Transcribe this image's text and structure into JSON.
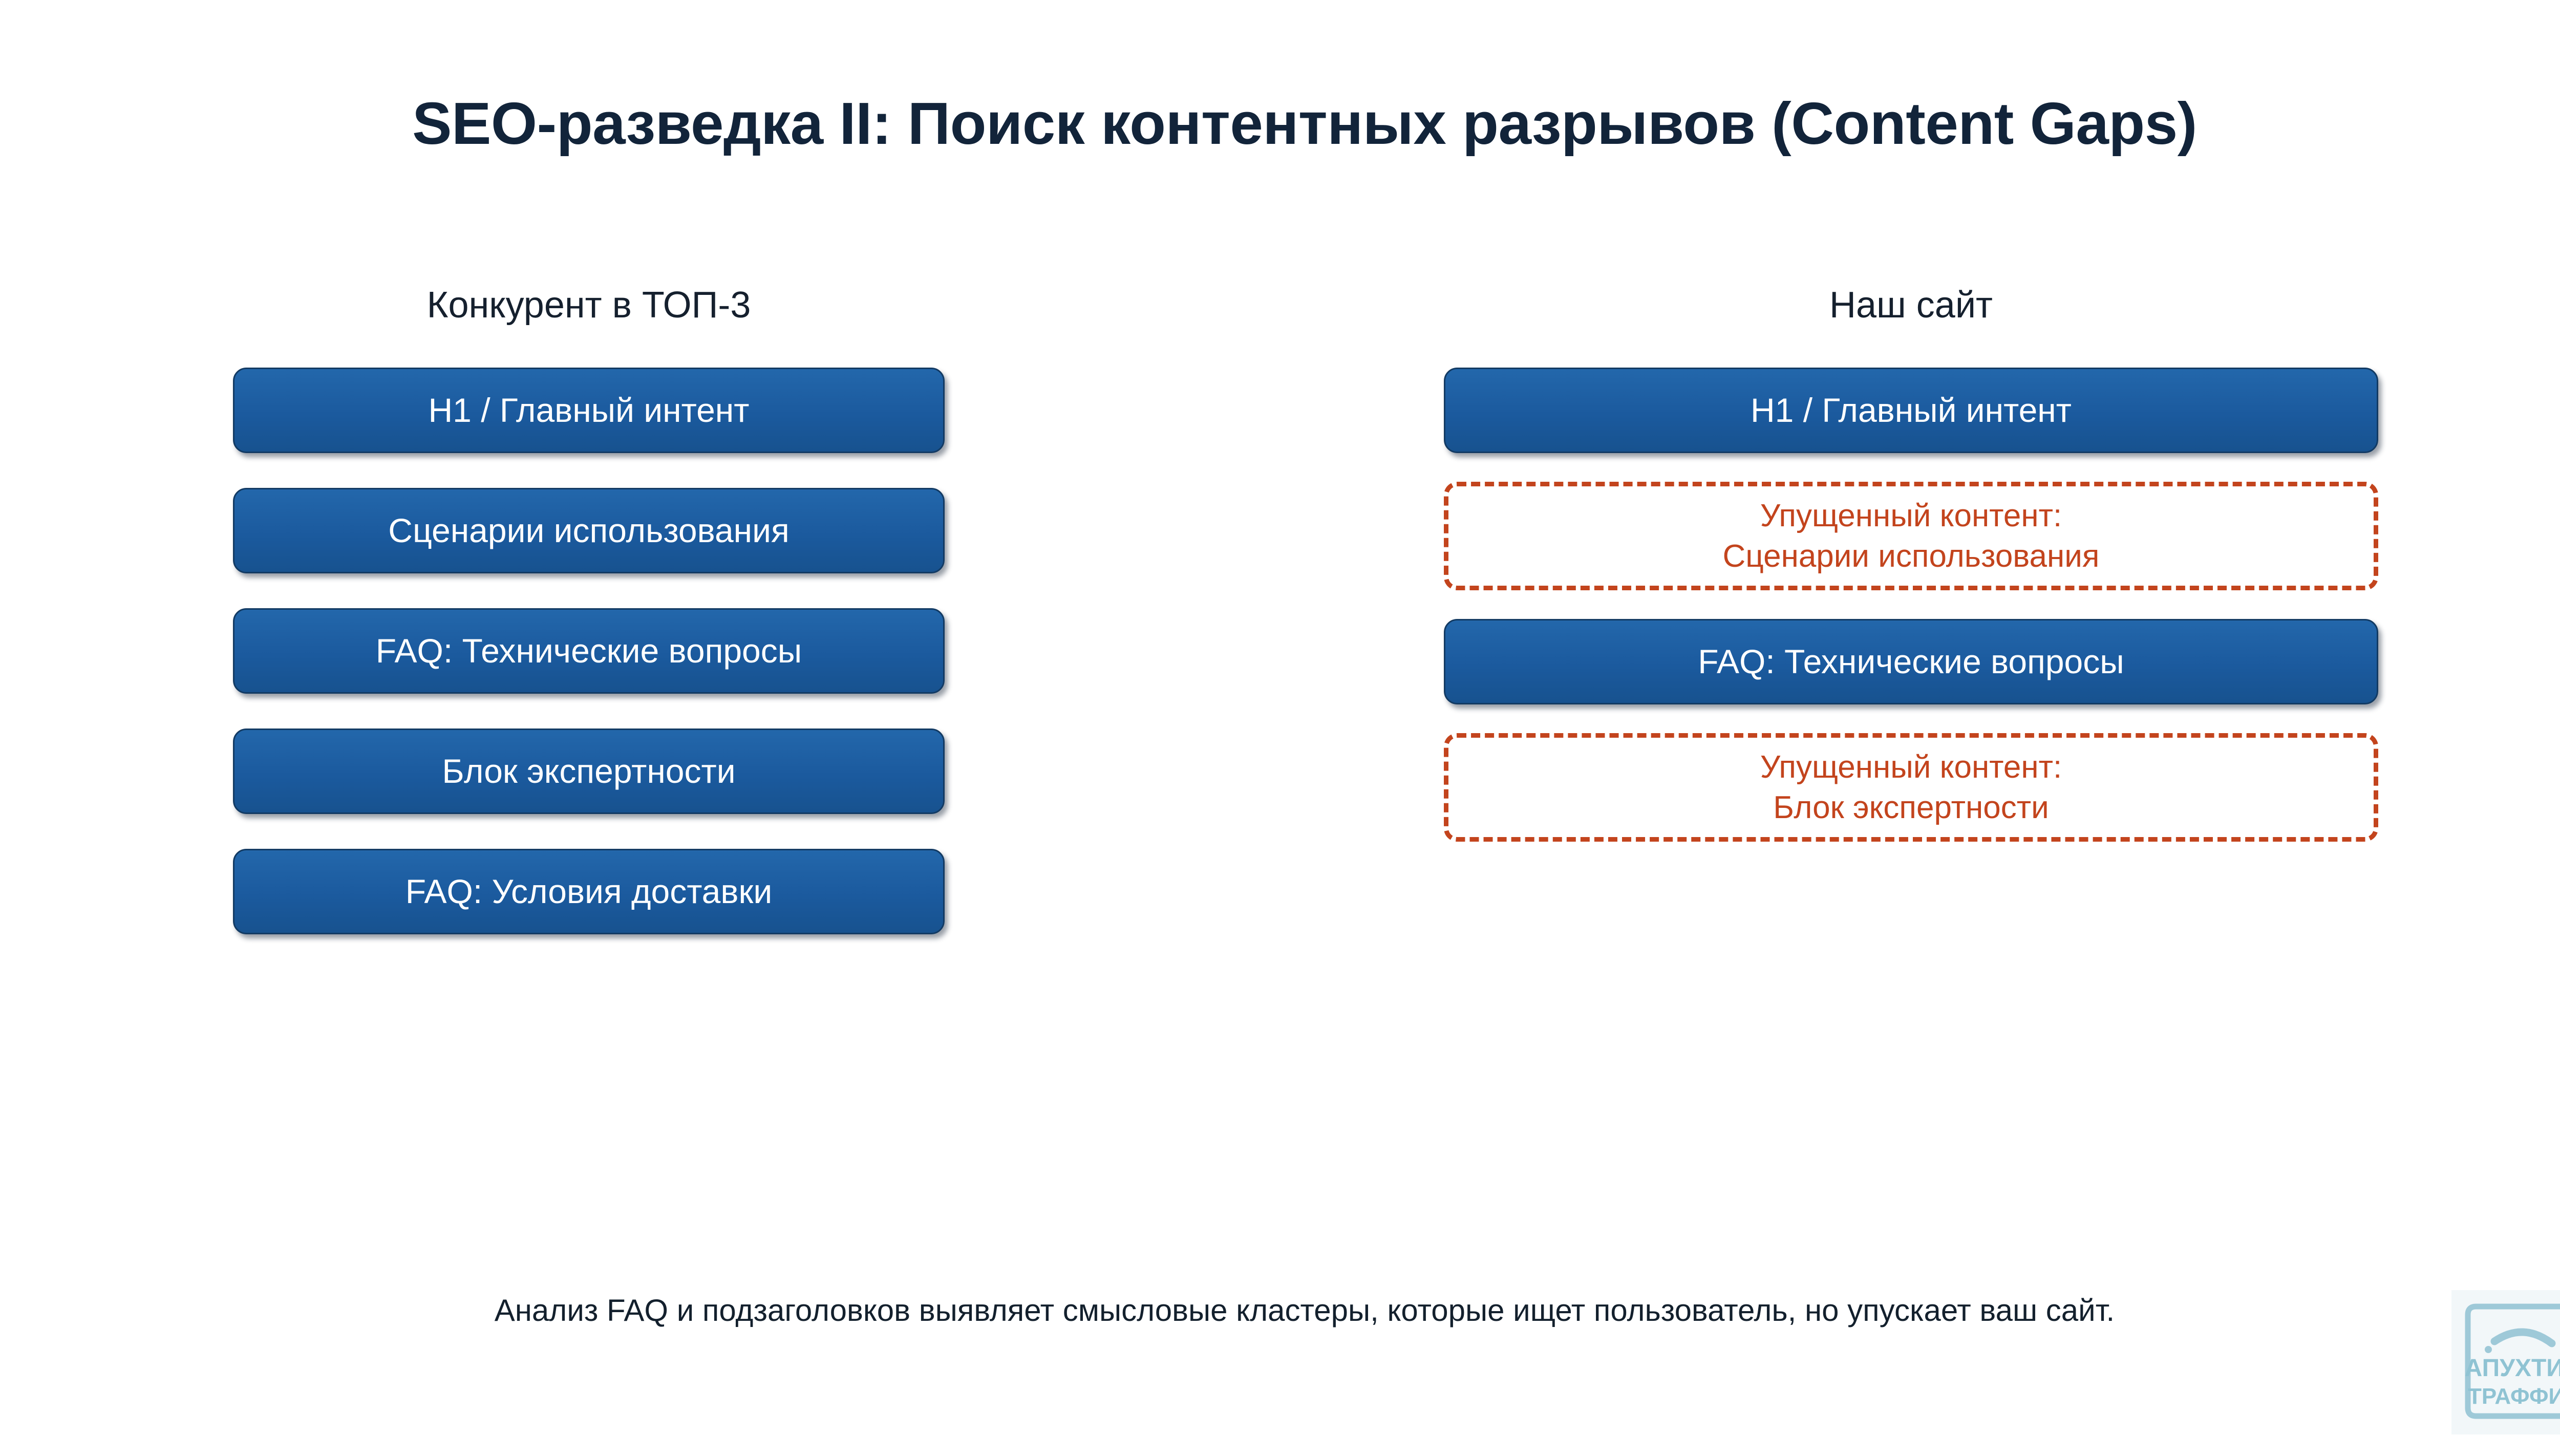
{
  "slide": {
    "title": "SEO-разведка II: Поиск контентных разрывов (Content Gaps)",
    "caption": "Анализ FAQ и подзаголовков выявляет смысловые кластеры, которые ищет пользователь, но упускает ваш сайт.",
    "colors": {
      "background": "#ffffff",
      "title_text": "#12243a",
      "block_blue": "#1b5a9e",
      "block_blue_border": "#123a63",
      "block_text": "#ffffff",
      "gap_orange": "#c3441d",
      "caption_text": "#13202d",
      "logo_teal": "#8fc3d3"
    }
  },
  "columns": {
    "left": {
      "header": "Конкурент в ТОП-3",
      "blocks": [
        {
          "label": "H1 / Главный интент",
          "type": "present"
        },
        {
          "label": "Сценарии использования",
          "type": "present"
        },
        {
          "label": "FAQ: Технические вопросы",
          "type": "present"
        },
        {
          "label": "Блок экспертности",
          "type": "present"
        },
        {
          "label": "FAQ: Условия доставки",
          "type": "present"
        }
      ]
    },
    "right": {
      "header": "Наш сайт",
      "blocks": [
        {
          "type": "present",
          "label": "H1 / Главный интент"
        },
        {
          "type": "gap",
          "line1": "Упущенный контент:",
          "line2": "Сценарии использования"
        },
        {
          "type": "present",
          "label": "FAQ: Технические вопросы"
        },
        {
          "type": "gap",
          "line1": "Упущенный контент:",
          "line2": "Блок экспертности"
        }
      ]
    }
  },
  "logo": {
    "line1": "АПУХТИН",
    "line2": "ТРАФФИК"
  }
}
